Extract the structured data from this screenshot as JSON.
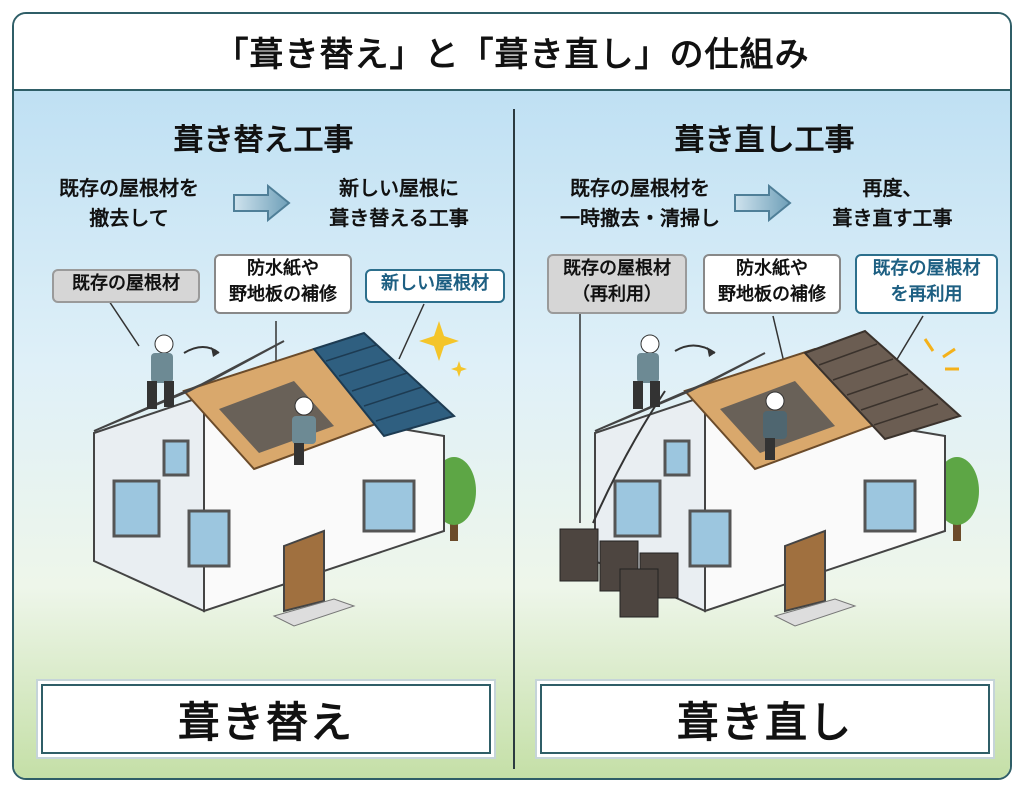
{
  "title": "「葺き替え」と「葺き直し」の仕組み",
  "left": {
    "heading": "葺き替え工事",
    "step_from": [
      "既存の屋根材を",
      "撤去して"
    ],
    "step_to": [
      "新しい屋根に",
      "葺き替える工事"
    ],
    "labels": {
      "old_material": "既存の屋根材",
      "repair": [
        "防水紙や",
        "野地板の補修"
      ],
      "new_material": "新しい屋根材"
    },
    "footer": "葺き替え"
  },
  "right": {
    "heading": "葺き直し工事",
    "step_from": [
      "既存の屋根材を",
      "一時撤去・清掃し"
    ],
    "step_to": [
      "再度、",
      "葺き直す工事"
    ],
    "labels": {
      "old_material": [
        "既存の屋根材",
        "（再利用）"
      ],
      "repair": [
        "防水紙や",
        "野地板の補修"
      ],
      "reuse": [
        "既存の屋根材",
        "を再利用"
      ]
    },
    "footer": "葺き直し"
  },
  "colors": {
    "border": "#2f5e67",
    "accent_blue": "#2c6f8c",
    "new_tile": "#2f5f80",
    "old_tile": "#6b5d52",
    "wood": "#d9a86c"
  }
}
